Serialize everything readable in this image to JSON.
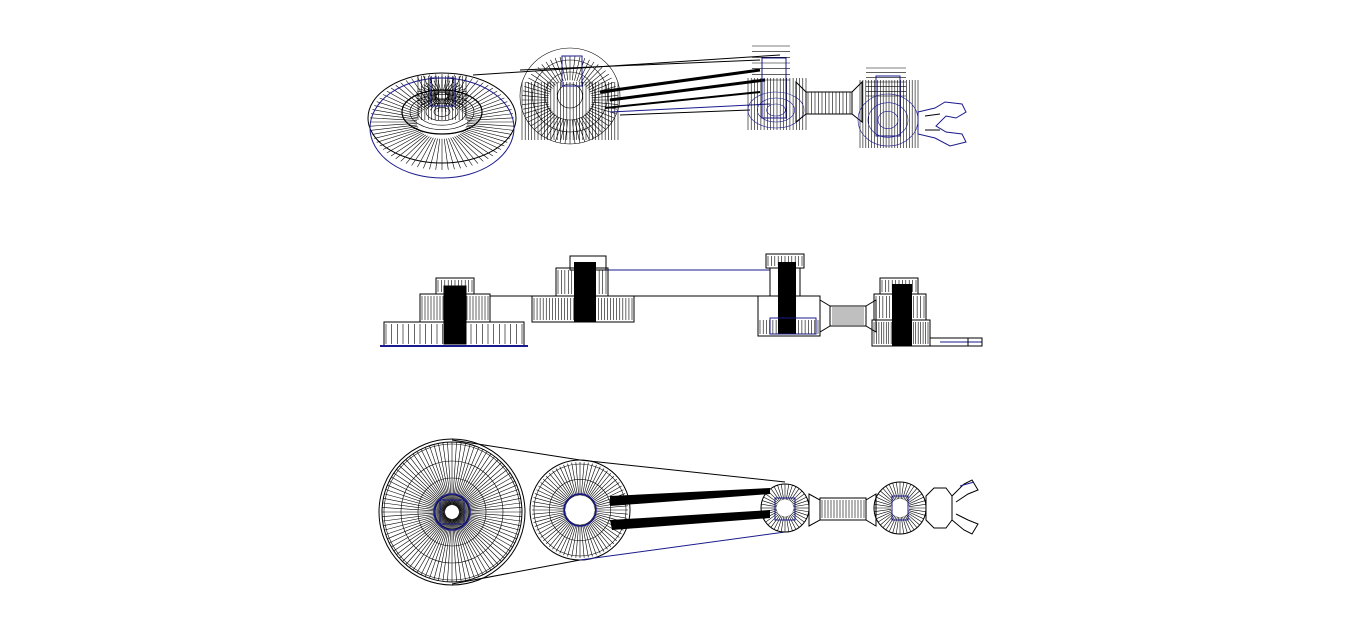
{
  "views": [
    {
      "id": "isometric",
      "label": ""
    },
    {
      "id": "side",
      "label": ""
    },
    {
      "id": "top",
      "label": ""
    }
  ],
  "colors": {
    "background": "#ffffff",
    "wire_dark": "#000000",
    "wire_accent": "#1a1a8c"
  }
}
